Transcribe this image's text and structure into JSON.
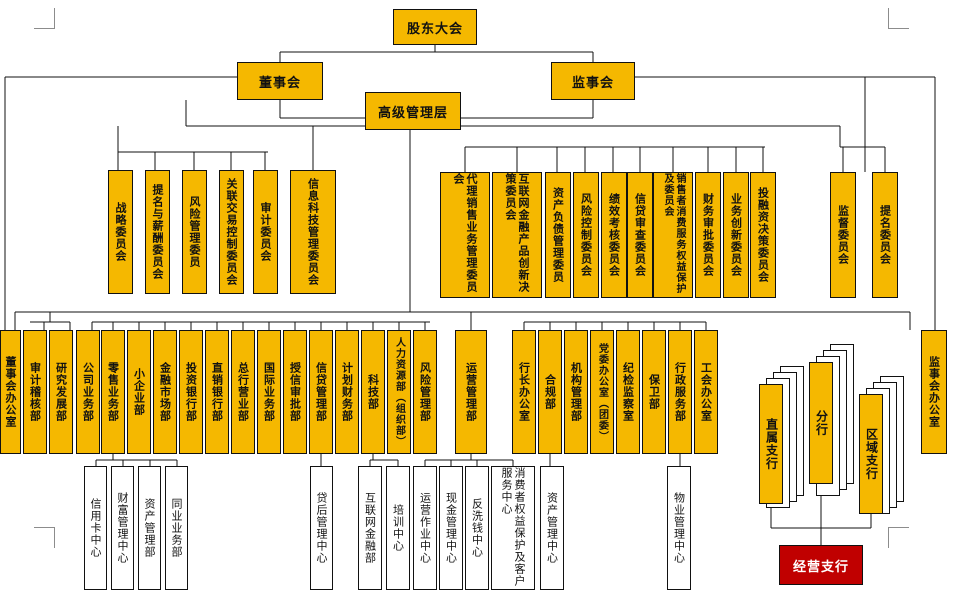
{
  "top": {
    "gm": "股东大会"
  },
  "second": {
    "board": "董事会",
    "supervisory": "监事会",
    "senior": "高级管理层"
  },
  "committees": [
    "战略委员会",
    "提名与薪酬委员会",
    "风险管理委员",
    "关联交易控制委员会",
    "审计委员会",
    "信息科技管理委员会"
  ],
  "mgmt_committees": [
    "代理销售业务管理委员会",
    "互联网金融产品创新决策委员会",
    "资产负债管理委员",
    "风险控制委员会",
    "绩效考核委员会",
    "信贷审查委员会",
    "销售者消费服务权益保护及委员会",
    "财务审批委员会",
    "业务创新委员会",
    "投融资决策委员会"
  ],
  "sup_committees": [
    "监督委员会",
    "提名委员会"
  ],
  "departments": [
    "董事会办公室",
    "审计稽核部",
    "研究发展部",
    "公司业务部",
    "零售业务部",
    "小企业部",
    "金融市场部",
    "投资银行部",
    "直销银行部",
    "总行营业部",
    "国际业务部",
    "授信审批部",
    "信贷管理部",
    "计划财务部",
    "科技部",
    "人力资源部（组织部）",
    "风险管理部",
    "运营管理部",
    "行长办公室",
    "合规部",
    "机构管理部",
    "党委办公室（团委）",
    "纪检监察室",
    "保卫部",
    "行政服务部",
    "工会办公室"
  ],
  "sup_office": "监事会办公室",
  "sub_units": [
    "信用卡中心",
    "财富管理中心",
    "资产管理部",
    "同业业务部",
    "贷后管理中心",
    "互联网金融部",
    "培训中心",
    "运营作业中心",
    "现金管理中心",
    "反洗钱中心",
    "消费者权益保护及客户服务中心",
    "资产管理中心",
    "物业管理中心"
  ],
  "branches": {
    "direct": "直属支行",
    "branch": "分行",
    "regional": "区域支行",
    "operating": "经营支行"
  },
  "colors": {
    "gold": "#f5b800",
    "red": "#c00000",
    "line": "#111111"
  }
}
